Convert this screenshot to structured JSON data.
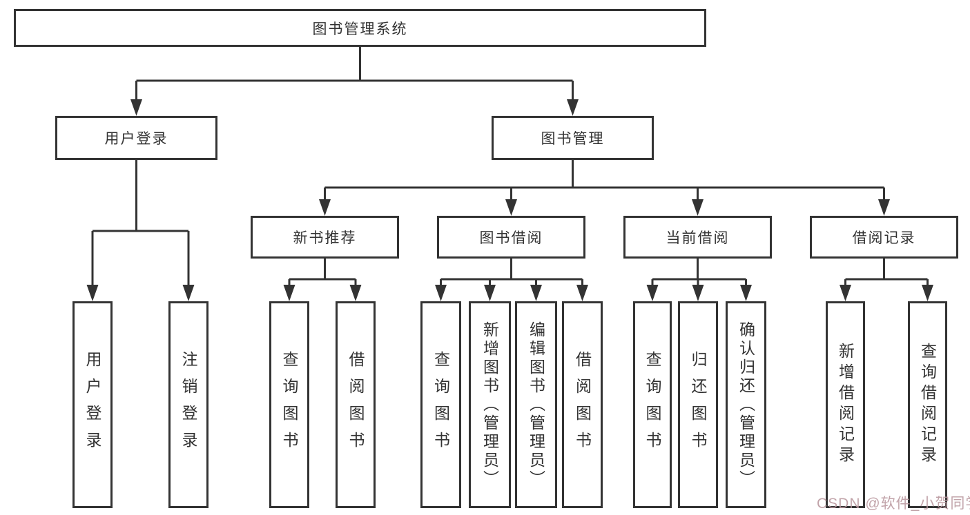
{
  "page": {
    "background": "#ffffff",
    "line_color": "#333333",
    "text_color": "#333333"
  },
  "diagram": {
    "title": "图书管理系统",
    "nodes": [
      {
        "id": "root",
        "label": "图书管理系统",
        "parent": null,
        "orientation": "horizontal"
      },
      {
        "id": "user-login",
        "label": "用户登录",
        "parent": "root",
        "orientation": "horizontal"
      },
      {
        "id": "book-mgmt",
        "label": "图书管理",
        "parent": "root",
        "orientation": "horizontal"
      },
      {
        "id": "ul-login",
        "label": "用户登录",
        "parent": "user-login",
        "orientation": "vertical"
      },
      {
        "id": "ul-logout",
        "label": "注销登录",
        "parent": "user-login",
        "orientation": "vertical"
      },
      {
        "id": "new-book-rec",
        "label": "新书推荐",
        "parent": "book-mgmt",
        "orientation": "horizontal"
      },
      {
        "id": "book-borrow",
        "label": "图书借阅",
        "parent": "book-mgmt",
        "orientation": "horizontal"
      },
      {
        "id": "current-borrow",
        "label": "当前借阅",
        "parent": "book-mgmt",
        "orientation": "horizontal"
      },
      {
        "id": "borrow-records",
        "label": "借阅记录",
        "parent": "book-mgmt",
        "orientation": "horizontal"
      },
      {
        "id": "nbr-query",
        "label": "查询图书",
        "parent": "new-book-rec",
        "orientation": "vertical"
      },
      {
        "id": "nbr-borrow",
        "label": "借阅图书",
        "parent": "new-book-rec",
        "orientation": "vertical"
      },
      {
        "id": "bb-query",
        "label": "查询图书",
        "parent": "book-borrow",
        "orientation": "vertical"
      },
      {
        "id": "bb-add",
        "label": "新增图书（管理员）",
        "parent": "book-borrow",
        "orientation": "vertical"
      },
      {
        "id": "bb-edit",
        "label": "编辑图书（管理员）",
        "parent": "book-borrow",
        "orientation": "vertical"
      },
      {
        "id": "bb-borrow",
        "label": "借阅图书",
        "parent": "book-borrow",
        "orientation": "vertical"
      },
      {
        "id": "cb-query",
        "label": "查询图书",
        "parent": "current-borrow",
        "orientation": "vertical"
      },
      {
        "id": "cb-return",
        "label": "归还图书",
        "parent": "current-borrow",
        "orientation": "vertical"
      },
      {
        "id": "cb-confirm",
        "label": "确认归还（管理员）",
        "parent": "current-borrow",
        "orientation": "vertical"
      },
      {
        "id": "br-add",
        "label": "新增借阅记录",
        "parent": "borrow-records",
        "orientation": "vertical"
      },
      {
        "id": "br-query",
        "label": "查询借阅记录",
        "parent": "borrow-records",
        "orientation": "vertical"
      }
    ],
    "watermark": {
      "text": "CSDN @软件_小贺同学",
      "color": "#bb9aa0"
    }
  }
}
